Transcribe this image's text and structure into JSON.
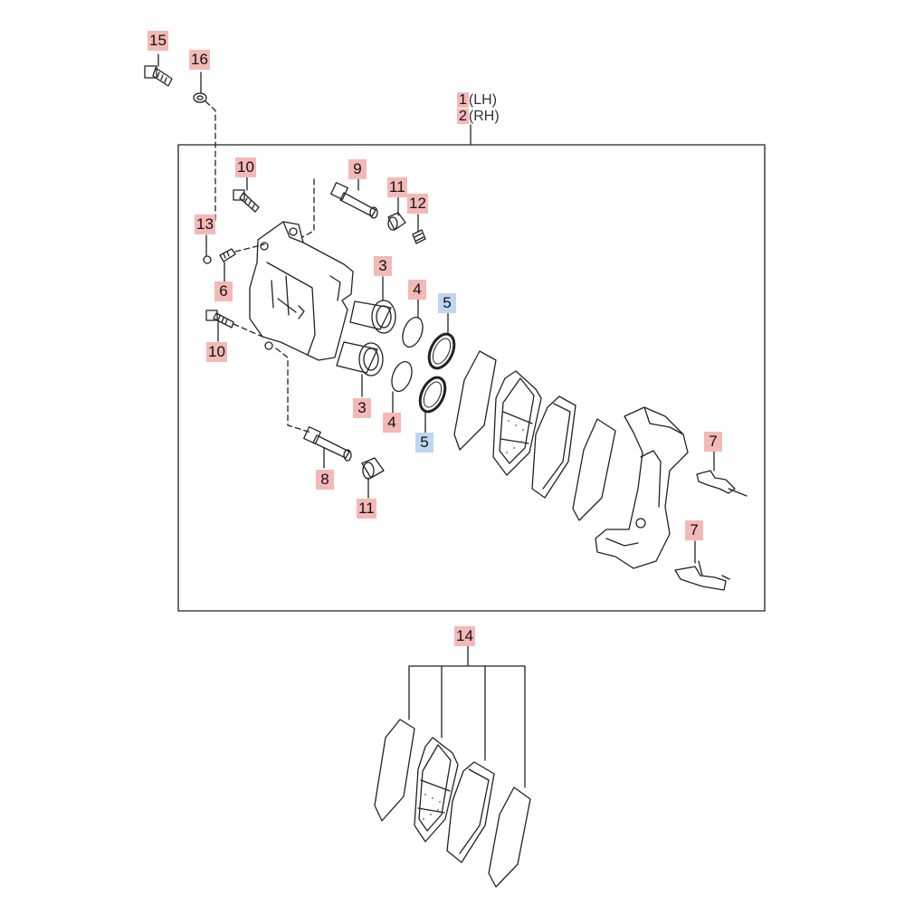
{
  "assembly": {
    "lh_number": "1",
    "lh_suffix": "(LH)",
    "rh_number": "2",
    "rh_suffix": "(RH)"
  },
  "callouts": [
    {
      "id": "c15",
      "label": "15",
      "variant": "red"
    },
    {
      "id": "c16",
      "label": "16",
      "variant": "red"
    },
    {
      "id": "c10a",
      "label": "10",
      "variant": "red"
    },
    {
      "id": "c9",
      "label": "9",
      "variant": "red"
    },
    {
      "id": "c11a",
      "label": "11",
      "variant": "red"
    },
    {
      "id": "c12",
      "label": "12",
      "variant": "red"
    },
    {
      "id": "c13",
      "label": "13",
      "variant": "red"
    },
    {
      "id": "c6",
      "label": "6",
      "variant": "red"
    },
    {
      "id": "c3a",
      "label": "3",
      "variant": "red"
    },
    {
      "id": "c4a",
      "label": "4",
      "variant": "red"
    },
    {
      "id": "c5a",
      "label": "5",
      "variant": "blue"
    },
    {
      "id": "c10b",
      "label": "10",
      "variant": "red"
    },
    {
      "id": "c3b",
      "label": "3",
      "variant": "red"
    },
    {
      "id": "c4b",
      "label": "4",
      "variant": "red"
    },
    {
      "id": "c5b",
      "label": "5",
      "variant": "blue"
    },
    {
      "id": "c7a",
      "label": "7",
      "variant": "red"
    },
    {
      "id": "c8",
      "label": "8",
      "variant": "red"
    },
    {
      "id": "c11b",
      "label": "11",
      "variant": "red"
    },
    {
      "id": "c7b",
      "label": "7",
      "variant": "red"
    },
    {
      "id": "c14",
      "label": "14",
      "variant": "red"
    }
  ],
  "colors": {
    "callout_red": "#f3b9b6",
    "callout_blue": "#bfd6f2",
    "line": "#222222"
  }
}
